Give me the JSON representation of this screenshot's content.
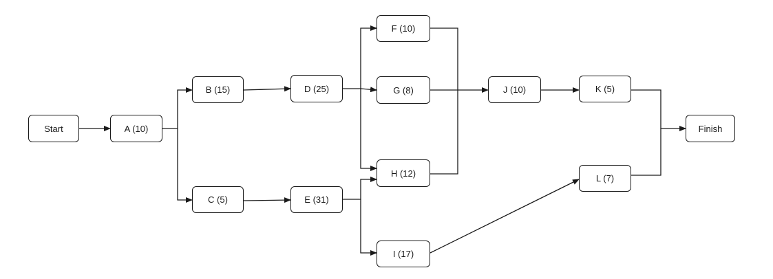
{
  "nodes": [
    {
      "id": "start",
      "label": "Start"
    },
    {
      "id": "a",
      "label": "A (10)"
    },
    {
      "id": "b",
      "label": "B (15)"
    },
    {
      "id": "c",
      "label": "C (5)"
    },
    {
      "id": "d",
      "label": "D (25)"
    },
    {
      "id": "e",
      "label": "E (31)"
    },
    {
      "id": "f",
      "label": "F (10)"
    },
    {
      "id": "g",
      "label": "G (8)"
    },
    {
      "id": "h",
      "label": "H (12)"
    },
    {
      "id": "i",
      "label": "I (17)"
    },
    {
      "id": "j",
      "label": "J (10)"
    },
    {
      "id": "k",
      "label": "K (5)"
    },
    {
      "id": "l",
      "label": "L (7)"
    },
    {
      "id": "finish",
      "label": "Finish"
    }
  ],
  "edges": [
    {
      "from": "start",
      "to": "a"
    },
    {
      "from": "a",
      "to": "b"
    },
    {
      "from": "a",
      "to": "c"
    },
    {
      "from": "b",
      "to": "d"
    },
    {
      "from": "c",
      "to": "e"
    },
    {
      "from": "d",
      "to": "f"
    },
    {
      "from": "d",
      "to": "g"
    },
    {
      "from": "d",
      "to": "h"
    },
    {
      "from": "e",
      "to": "h"
    },
    {
      "from": "e",
      "to": "i"
    },
    {
      "from": "f",
      "to": "j"
    },
    {
      "from": "g",
      "to": "j"
    },
    {
      "from": "h",
      "to": "j"
    },
    {
      "from": "j",
      "to": "k"
    },
    {
      "from": "i",
      "to": "l"
    },
    {
      "from": "k",
      "to": "finish"
    },
    {
      "from": "l",
      "to": "finish"
    }
  ],
  "colors": {
    "stroke": "#1a1a1a",
    "fill": "#ffffff"
  }
}
